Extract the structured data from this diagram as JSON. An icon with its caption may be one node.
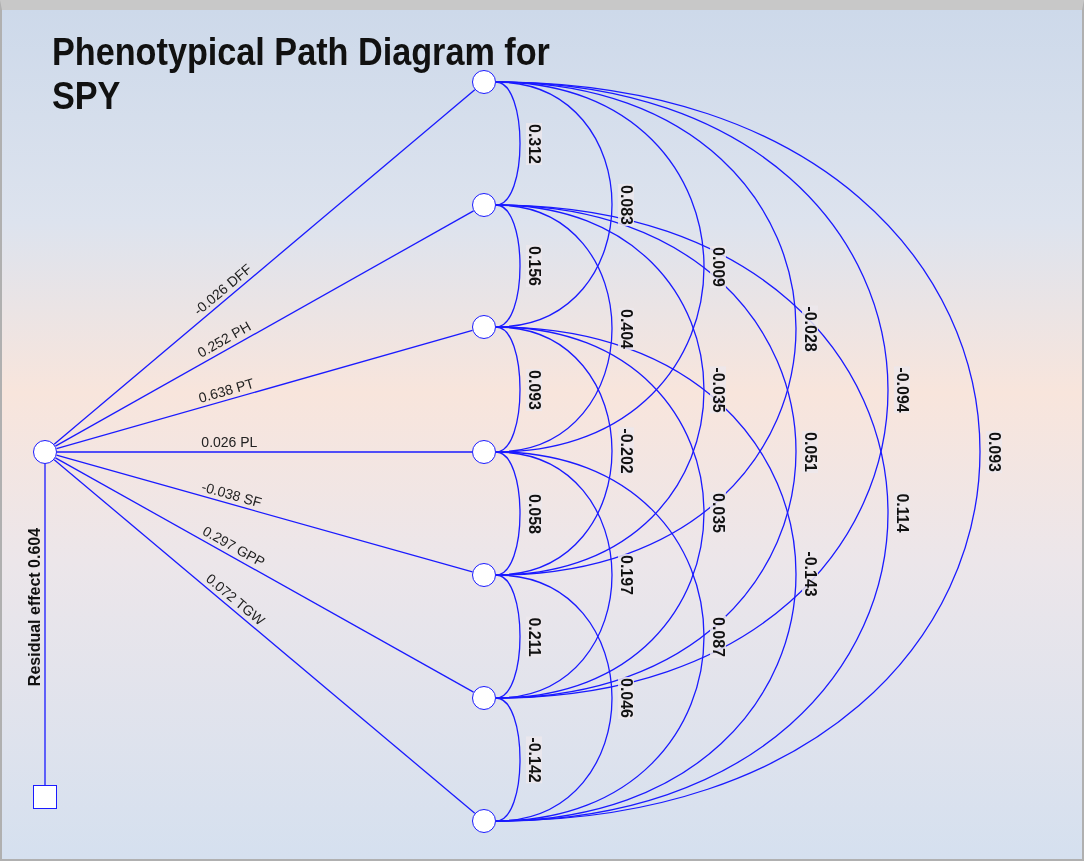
{
  "diagram": {
    "title": "Phenotypical Path Diagram for SPY",
    "nodes": [
      {
        "text": [],
        "shape": "circle"
      },
      {
        "text": [],
        "shape": "circle"
      },
      {
        "text": [],
        "shape": "circle"
      },
      {
        "text": [],
        "shape": "circle"
      },
      {
        "text": [],
        "shape": "circle"
      },
      {
        "text": [],
        "shape": "circle"
      },
      {
        "text": [],
        "shape": "circle"
      },
      {
        "text": [],
        "shape": "circle"
      },
      {
        "text": [],
        "shape": "box"
      }
    ],
    "edges": [
      {
        "from": 0,
        "to": 1,
        "arrow": "none",
        "label": "-0.026 DFF"
      },
      {
        "from": 0,
        "to": 2,
        "arrow": "none",
        "label": "0.252 PH"
      },
      {
        "from": 0,
        "to": 3,
        "arrow": "none",
        "label": "0.638 PT"
      },
      {
        "from": 0,
        "to": 4,
        "arrow": "none",
        "label": "0.026 PL"
      },
      {
        "from": 0,
        "to": 5,
        "arrow": "none",
        "label": "-0.038 SF"
      },
      {
        "from": 0,
        "to": 6,
        "arrow": "none",
        "label": "0.297 GPP"
      },
      {
        "from": 0,
        "to": 7,
        "arrow": "none",
        "label": "0.072 TGW"
      },
      {
        "from": 0,
        "to": 8,
        "arrow": "none",
        "label": "Residual effect 0.604"
      },
      {
        "from": 1,
        "to": 2,
        "arrow": "none",
        "label": "0.312"
      },
      {
        "from": 2,
        "to": 3,
        "arrow": "none",
        "label": "0.156"
      },
      {
        "from": 3,
        "to": 4,
        "arrow": "none",
        "label": "0.093"
      },
      {
        "from": 4,
        "to": 5,
        "arrow": "none",
        "label": "0.058"
      },
      {
        "from": 5,
        "to": 6,
        "arrow": "none",
        "label": "0.211"
      },
      {
        "from": 6,
        "to": 7,
        "arrow": "none",
        "label": "-0.142"
      },
      {
        "from": 1,
        "to": 3,
        "arrow": "none",
        "label": "0.083"
      },
      {
        "from": 2,
        "to": 4,
        "arrow": "none",
        "label": "0.404"
      },
      {
        "from": 3,
        "to": 5,
        "arrow": "none",
        "label": "-0.202"
      },
      {
        "from": 4,
        "to": 6,
        "arrow": "none",
        "label": "0.197"
      },
      {
        "from": 5,
        "to": 7,
        "arrow": "none",
        "label": "0.046"
      },
      {
        "from": 1,
        "to": 4,
        "arrow": "none",
        "label": "0.009"
      },
      {
        "from": 2,
        "to": 5,
        "arrow": "none",
        "label": "-0.035"
      },
      {
        "from": 3,
        "to": 6,
        "arrow": "none",
        "label": "0.035"
      },
      {
        "from": 4,
        "to": 7,
        "arrow": "none",
        "label": "0.087"
      },
      {
        "from": 1,
        "to": 5,
        "arrow": "none",
        "label": "-0.028"
      },
      {
        "from": 2,
        "to": 6,
        "arrow": "none",
        "label": "0.051"
      },
      {
        "from": 3,
        "to": 7,
        "arrow": "none",
        "label": "-0.143"
      },
      {
        "from": 1,
        "to": 6,
        "arrow": "none",
        "label": "-0.094"
      },
      {
        "from": 2,
        "to": 7,
        "arrow": "none",
        "label": "0.114"
      },
      {
        "from": 1,
        "to": 7,
        "arrow": "none",
        "label": "0.093"
      }
    ]
  }
}
